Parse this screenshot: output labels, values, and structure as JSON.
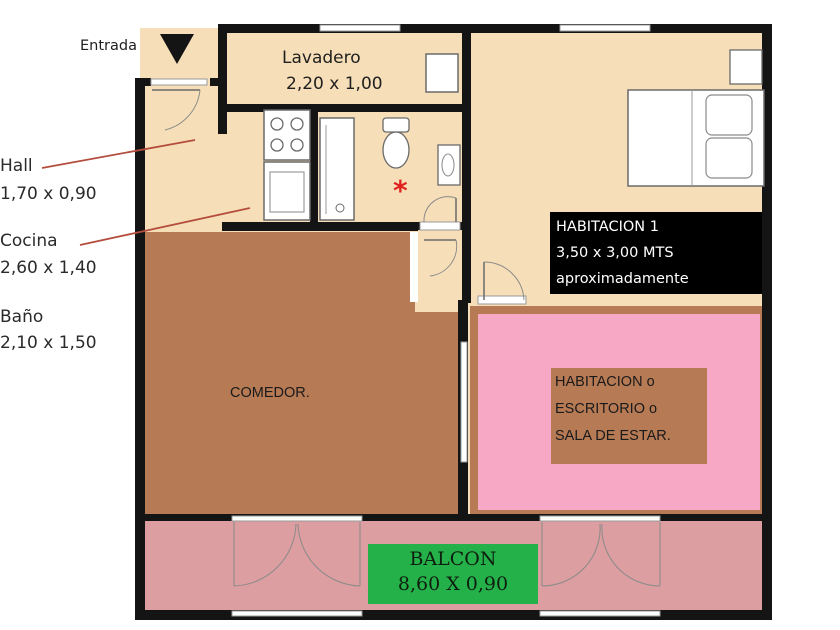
{
  "entrance": {
    "label": "Entrada"
  },
  "rooms": {
    "lavadero": {
      "name": "Lavadero",
      "size": "2,20 x 1,00"
    },
    "habitacion1": {
      "line1": "HABITACION 1",
      "line2": "3,50 x 3,00 MTS",
      "line3": "aproximadamente"
    },
    "comedor": {
      "name": "COMEDOR."
    },
    "habitacion2": {
      "line1": "HABITACION o",
      "line2": "ESCRITORIO  o",
      "line3": "SALA DE ESTAR."
    },
    "balcon": {
      "name": "BALCON",
      "size": "8,60 X 0,90"
    }
  },
  "side_labels": {
    "hall": {
      "name": "Hall",
      "size": "1,70 x 0,90"
    },
    "cocina": {
      "name": "Cocina",
      "size": "2,60 x 1,40"
    },
    "bano": {
      "name": "Baño",
      "size": "2,10 x 1,50"
    }
  },
  "marker": {
    "symbol": "*"
  },
  "colors": {
    "wall": "#141414",
    "floor": "#f6dfb8",
    "comedor": "#b67a55",
    "habitacion_overlay": "#f7a8c4",
    "balcon": "#dc9ea0",
    "balcon_label_bg": "#25b14a",
    "habitacion1_label_bg": "#000000",
    "leader_line": "#b54d3e",
    "marker": "#e0201c"
  }
}
